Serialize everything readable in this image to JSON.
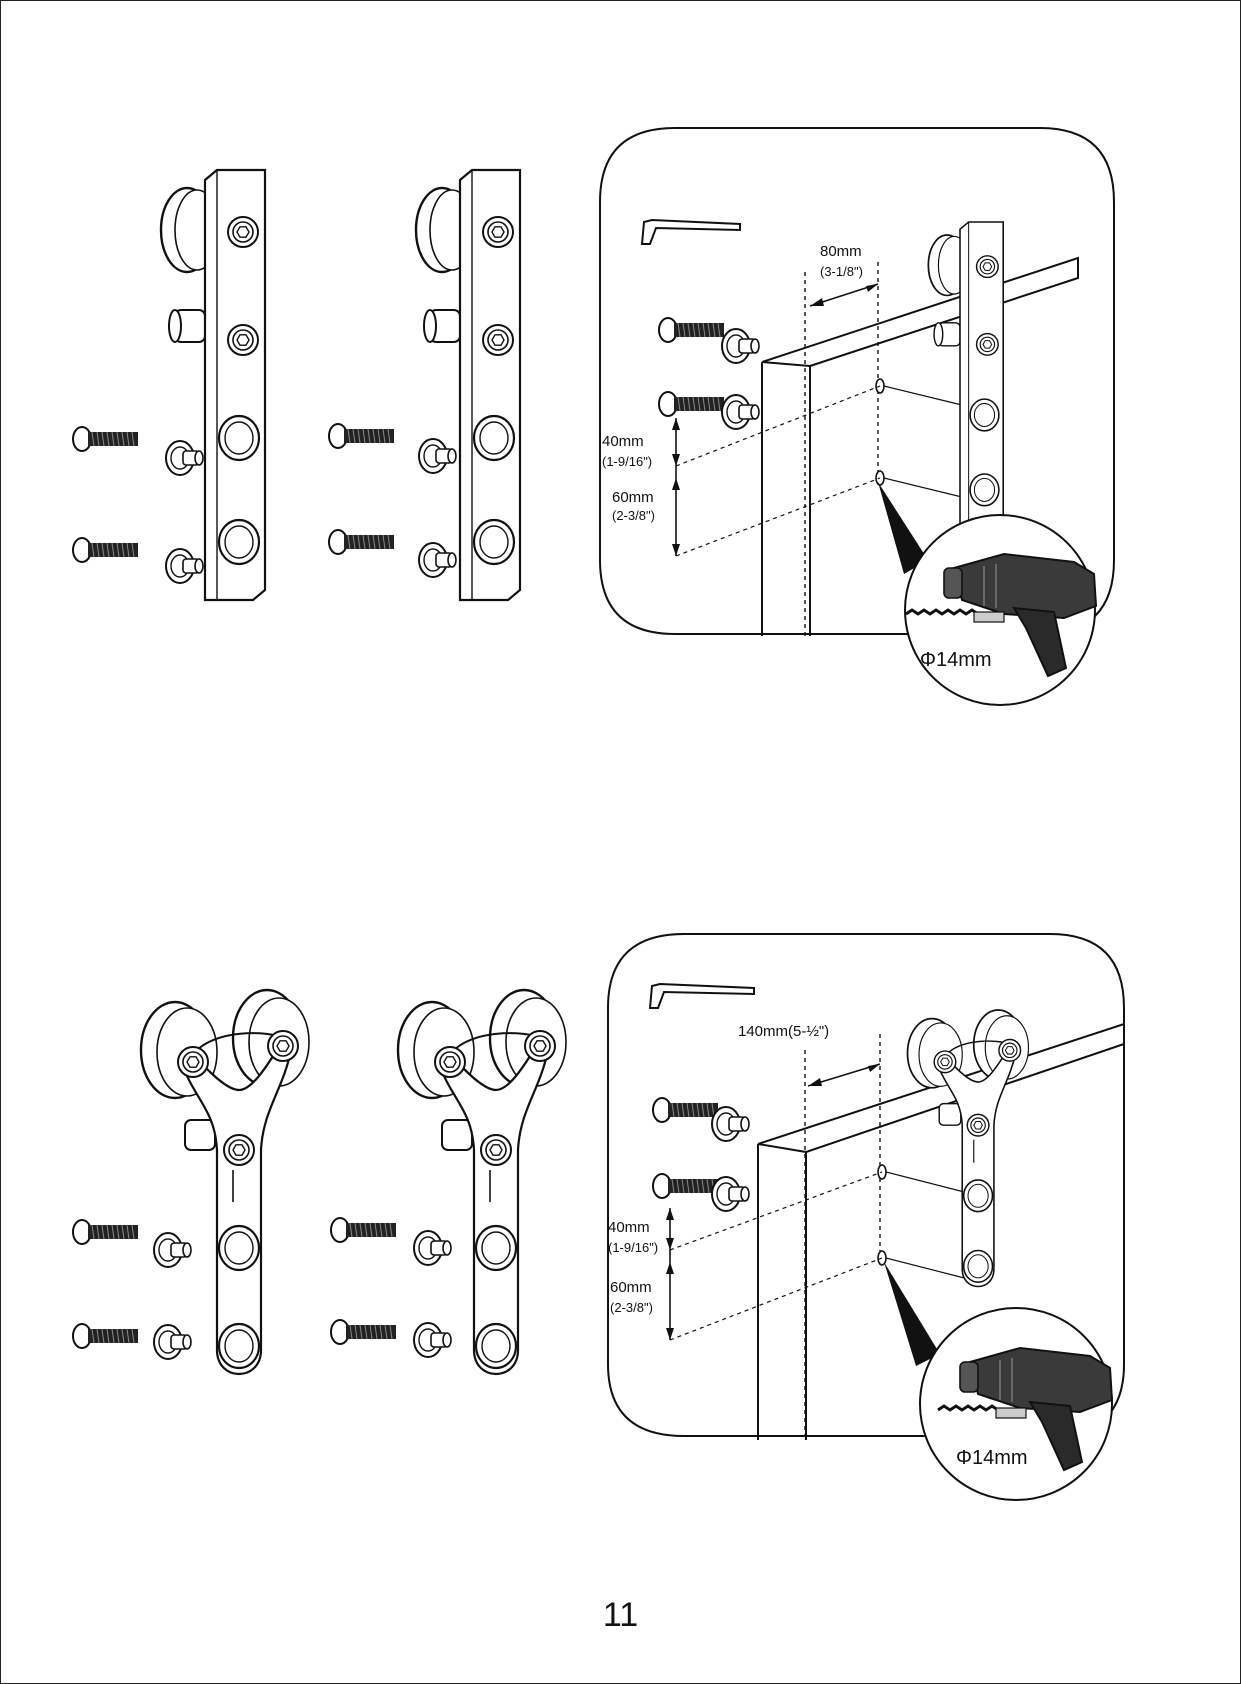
{
  "page_number": "11",
  "top_panel": {
    "dim_horizontal": "80mm",
    "dim_horizontal_inch": "(3-1/8\")",
    "dim_upper": "40mm",
    "dim_upper_inch": "(1-9/16\")",
    "dim_lower": "60mm",
    "dim_lower_inch": "(2-3/8\")",
    "drill_bit": "Φ14mm"
  },
  "bottom_panel": {
    "dim_horizontal": "140mm(5-½\")",
    "dim_upper": "40mm",
    "dim_upper_inch": "(1-9/16\")",
    "dim_lower": "60mm",
    "dim_lower_inch": "(2-3/8\")",
    "drill_bit": "Φ14mm"
  },
  "colors": {
    "line": "#111111",
    "fill": "#ffffff",
    "drill_dark": "#3a3a3a"
  }
}
